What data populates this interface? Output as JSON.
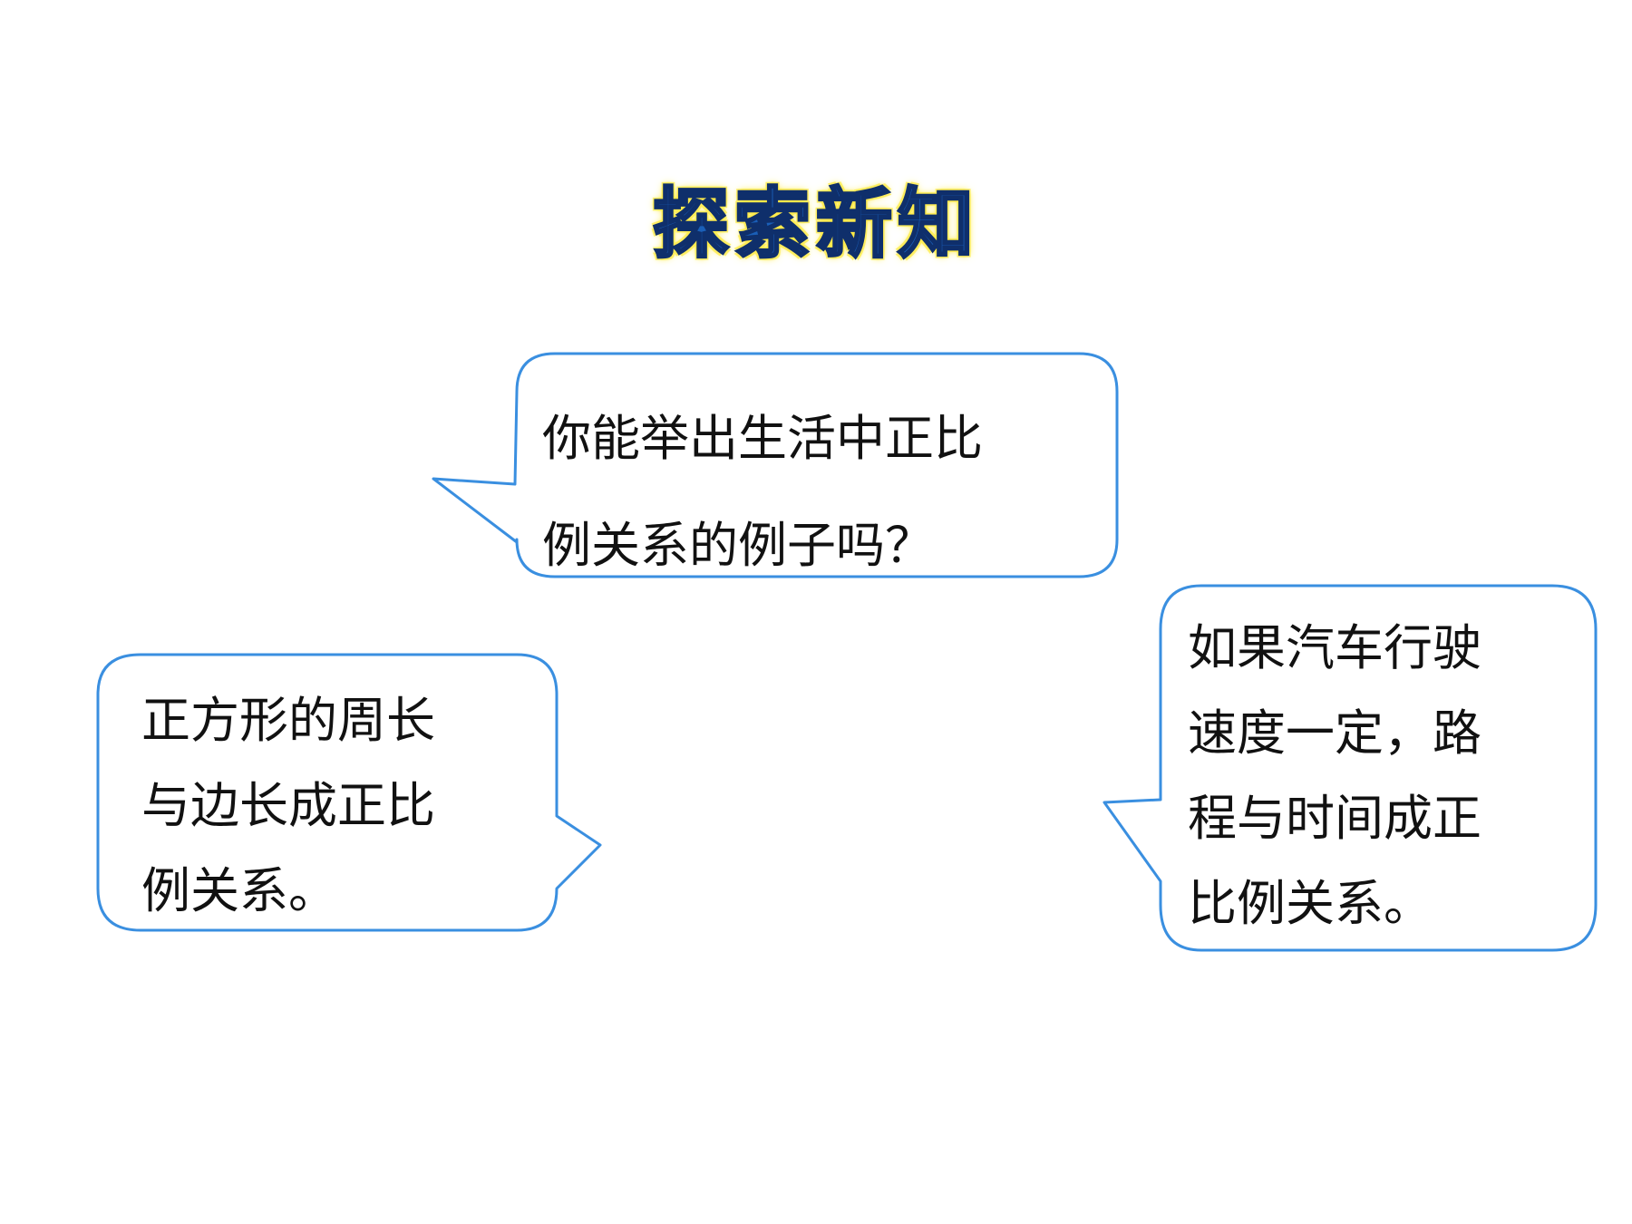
{
  "title": "探索新知",
  "bubbles": {
    "question": {
      "lines": [
        "你能举出生活中正比",
        "例关系的例子吗？"
      ]
    },
    "answer_square": {
      "lines": [
        "正方形的周长",
        "与边长成正比",
        "例关系。"
      ]
    },
    "answer_car": {
      "lines": [
        "如果汽车行驶",
        "速度一定，路",
        "程与时间成正",
        "比例关系。"
      ]
    }
  },
  "colors": {
    "bubble_border": "#3a8fe0",
    "title_fill": "#1a5fb8",
    "title_glow": "#ffe83a",
    "text": "#111111"
  }
}
